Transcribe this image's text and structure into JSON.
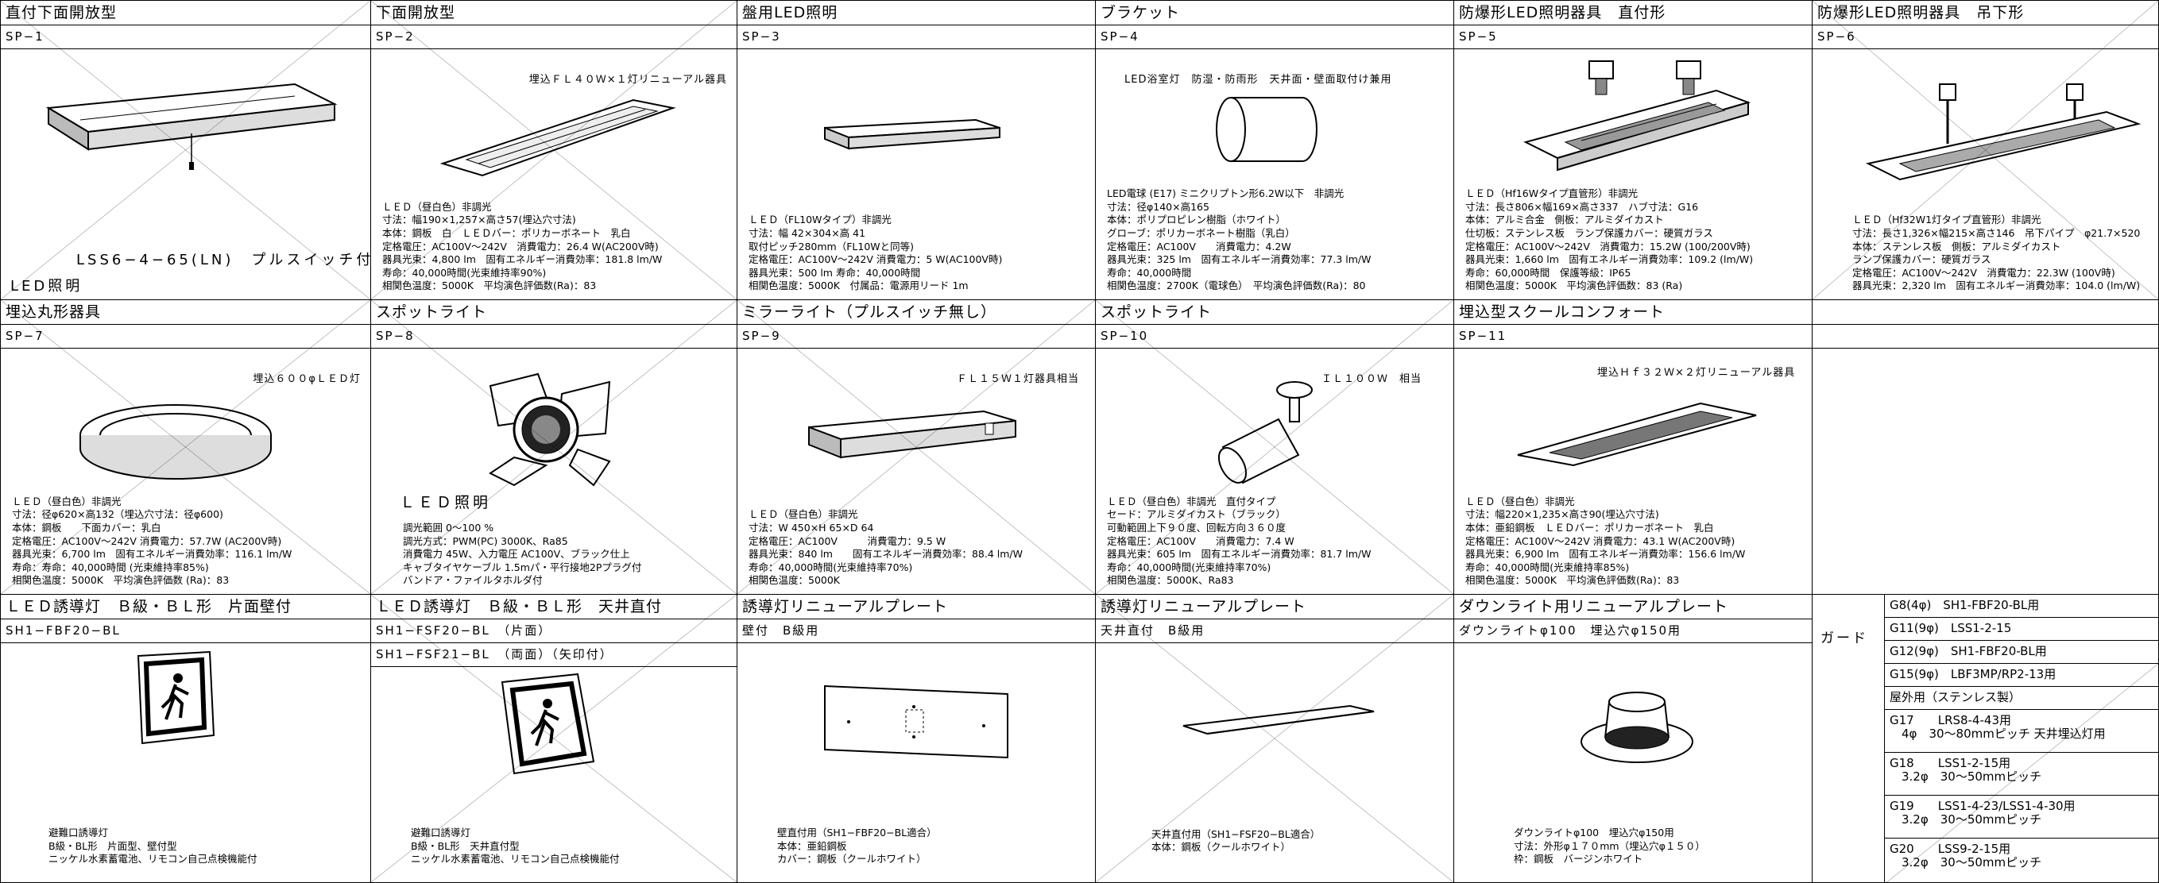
{
  "cells": [
    {
      "title": "直付下面開放型",
      "codes": [
        "SP−1"
      ],
      "crossed": true,
      "notes": [
        {
          "text": "LSS6−4−65(LN)　プルスイッチ付",
          "big": true
        },
        {
          "text": "LED照明",
          "big": true
        }
      ],
      "spec": ""
    },
    {
      "title": "下面開放型",
      "codes": [
        "SP−2"
      ],
      "crossed": true,
      "notes": [
        {
          "text": "埋込ＦＬ４０Ｗ×１灯リニューアル器具"
        }
      ],
      "spec": "ＬＥＤ（昼白色）非調光\n寸法：幅190×1,257×高さ57(埋込穴寸法)\n本体：鋼板　白　ＬＥＤバー：ポリカーボネート　乳白\n定格電圧：AC100V〜242V　消費電力：26.4 W(AC200V時)\n器具光束：4,800 lm　固有エネルギー消費効率：181.8 lm/W\n寿命：40,000時間(光束維持率90%)\n相関色温度：5000K　平均演色評価数(Ra)：83"
    },
    {
      "title": "盤用LED照明",
      "codes": [
        "SP−3"
      ],
      "crossed": false,
      "notes": [],
      "spec": "ＬＥＤ（FL10Wタイプ）非調光\n寸法：幅 42×304×高 41\n取付ピッチ280mm（FL10Wと同等)\n定格電圧：AC100V〜242V 消費電力：5 W(AC100V時)\n器具光束：500 lm 寿命：40,000時間\n相関色温度：5000K　付属品：電源用リード 1m"
    },
    {
      "title": "ブラケット",
      "codes": [
        "SP−4"
      ],
      "crossed": false,
      "notes": [
        {
          "text": "LED浴室灯　防湿・防雨形　天井面・壁面取付け兼用"
        }
      ],
      "spec": "LED電球 (E17) ミニクリプトン形6.2W以下　非調光\n寸法：径φ140×高165\n本体：ポリプロピレン樹脂（ホワイト）\nグローブ：ポリカーボネート樹脂（乳白）\n定格電圧：AC100V　　消費電力：4.2W\n器具光束：325 lm　固有エネルギー消費効率：77.3 lm/W\n寿命：40,000時間\n相関色温度：2700K（電球色）　平均演色評価数(Ra)：80"
    },
    {
      "title": "防爆形LED照明器具　直付形",
      "codes": [
        "SP−5"
      ],
      "crossed": false,
      "notes": [],
      "spec": "ＬＥＤ（Hf16Wタイプ直管形）非調光\n寸法：長さ806×幅169×高さ337　ハブ寸法：G16\n本体：アルミ合金　側板：アルミダイカスト\n仕切板：ステンレス板　ランプ保護カバー：硬質ガラス\n定格電圧：AC100V〜242V　消費電力：15.2W (100/200V時)\n器具光束：1,660 lm　固有エネルギー消費効率：109.2 (lm/W)\n寿命：60,000時間　保護等級：IP65\n相関色温度：5000K　平均演色評価数：83 (Ra)"
    },
    {
      "title": "防爆形LED照明器具　吊下形",
      "codes": [
        "SP−6"
      ],
      "crossed": true,
      "notes": [],
      "spec": "ＬＥＤ（Hf32W1灯タイプ直管形）非調光\n寸法：長さ1,326×幅215×高さ146　吊下パイプ　φ21.7×520\n本体：ステンレス板　側板：アルミダイカスト\nランプ保護カバー：硬質ガラス\n定格電圧：AC100V〜242V　消費電力：22.3W (100V時)\n器具光束：2,320 lm　固有エネルギー消費効率：104.0 (lm/W)"
    },
    {
      "title": "埋込丸形器具",
      "codes": [
        "SP−7"
      ],
      "crossed": true,
      "notes": [
        {
          "text": "埋込６００φＬＥＤ灯"
        }
      ],
      "spec": "ＬＥＤ（昼白色）非調光\n寸法：径φ620×高132（埋込穴寸法：径φ600)\n本体：鋼板　　下面カバー：乳白\n定格電圧：AC100V〜242V 消費電力：57.7W (AC200V時)\n器具光束：6,700 lm　固有エネルギー消費効率：116.1 lm/W\n寿命：寿命：40,000時間 (光束維持率85%)\n相関色温度：5000K　平均演色評価数 (Ra)：83"
    },
    {
      "title": "スポットライト",
      "codes": [
        "SP−8"
      ],
      "crossed": true,
      "notes": [
        {
          "text": "ＬＥＤ照明",
          "big": true
        }
      ],
      "spec": "調光範囲 0〜100 %\n調光方式：PWM(PC) 3000K、Ra85\n消費電力 45W、入力電圧 AC100V、ブラック仕上\nキャブタイヤケーブル 1.5mパ・平行接地2Pプラグ付\nバンドア・ファイルタホルダ付"
    },
    {
      "title": "ミラーライト（プルスイッチ無し）",
      "codes": [
        "SP−9"
      ],
      "crossed": true,
      "notes": [
        {
          "text": "ＦＬ１５Ｗ１灯器具相当"
        }
      ],
      "spec": "ＬＥＤ（昼白色）非調光\n寸法：W 450×H 65×D 64\n定格電圧：AC100V　　　消費電力：9.5 W\n器具光束：840 lm　　固有エネルギー消費効率：88.4 lm/W\n寿命：40,000時間(光束維持率70%)\n相関色温度：5000K"
    },
    {
      "title": "スポットライト",
      "codes": [
        "SP−10"
      ],
      "crossed": true,
      "notes": [
        {
          "text": "ＩＬ１００Ｗ　相当"
        }
      ],
      "spec": "ＬＥＤ（昼白色）非調光　直付タイプ\nセード：アルミダイカスト（ブラック）\n可動範囲上下９０度、回転方向３６０度\n定格電圧：AC100V　　消費電力：7.4 W\n器具光束：605 lm　固有エネルギー消費効率：81.7 lm/W\n寿命：40,000時間(光束維持率70%)\n相関色温度：5000K、Ra83"
    },
    {
      "title": "埋込型スクールコンフォート",
      "codes": [
        "SP−11"
      ],
      "crossed": false,
      "notes": [
        {
          "text": "埋込Ｈｆ３２Ｗ×２灯リニューアル器具"
        }
      ],
      "spec": "ＬＥＤ（昼白色）非調光\n寸法：幅220×1,235×高さ90(埋込穴寸法)\n本体：亜鉛鋼板　ＬＥＤバー：ポリカーボネート　乳白\n定格電圧：AC100V〜242V 消費電力：43.1 W(AC200V時)\n器具光束：6,900 lm　固有エネルギー消費効率：156.6 lm/W\n寿命：40,000時間(光束維持率85%)\n相関色温度：5000K　平均演色評価数(Ra)：83"
    },
    {
      "title": "ＬＥＤ誘導灯　Ｂ級・ＢＬ形　片面壁付",
      "codes": [
        "SH1−FBF20−BL"
      ],
      "crossed": false,
      "notes": [],
      "spec": "避難口誘導灯\nB級・BL形　片面型、壁付型\nニッケル水素蓄電池、リモコン自己点検機能付"
    },
    {
      "title": "ＬＥＤ誘導灯　Ｂ級・ＢＬ形　天井直付",
      "codes": [
        "SH1−FSF20−BL　（片面）",
        "SH1−FSF21−BL　（両面）（矢印付）"
      ],
      "crossed": true,
      "notes": [],
      "spec": "避難口誘導灯\nB級・BL形　天井直付型\nニッケル水素蓄電池、リモコン自己点検機能付"
    },
    {
      "title": "誘導灯リニューアルプレート",
      "codes": [
        "壁付　B級用"
      ],
      "crossed": false,
      "notes": [],
      "spec": "壁直付用（SH1−FBF20−BL適合）\n本体：亜鉛鋼板\nカバー：鋼板（クールホワイト）"
    },
    {
      "title": "誘導灯リニューアルプレート",
      "codes": [
        "天井直付　B級用"
      ],
      "crossed": true,
      "notes": [],
      "spec": "天井直付用（SH1−FSF20−BL適合）\n本体：鋼板（クールホワイト）"
    },
    {
      "title": "ダウンライト用リニューアルプレート",
      "codes": [
        "ダウンライトφ100　埋込穴φ150用"
      ],
      "crossed": false,
      "notes": [],
      "spec": "ダウンライトφ100　埋込穴φ150用\n寸法：外形φ１７０mm（埋込穴φ１５０）\n枠：鋼板　バージンホワイト"
    }
  ],
  "guard": {
    "label": "ガード",
    "rows": [
      "G8(4φ)　SH1-FBF20-BL用",
      "G11(9φ)　LSS1-2-15",
      "G12(9φ)　SH1-FBF20-BL用",
      "G15(9φ)　LBF3MP/RP2-13用",
      "屋外用（ステンレス製）",
      "G17　　LRS8-4-43用\n　4φ　30〜80mmピッチ 天井埋込灯用",
      "G18　　LSS1-2-15用\n　3.2φ　30〜50mmピッチ",
      "G19　　LSS1-4-23/LSS1-4-30用\n　3.2φ　30〜50mmピッチ",
      "G20　　LSS9-2-15用\n　3.2φ　30〜50mmピッチ"
    ]
  }
}
